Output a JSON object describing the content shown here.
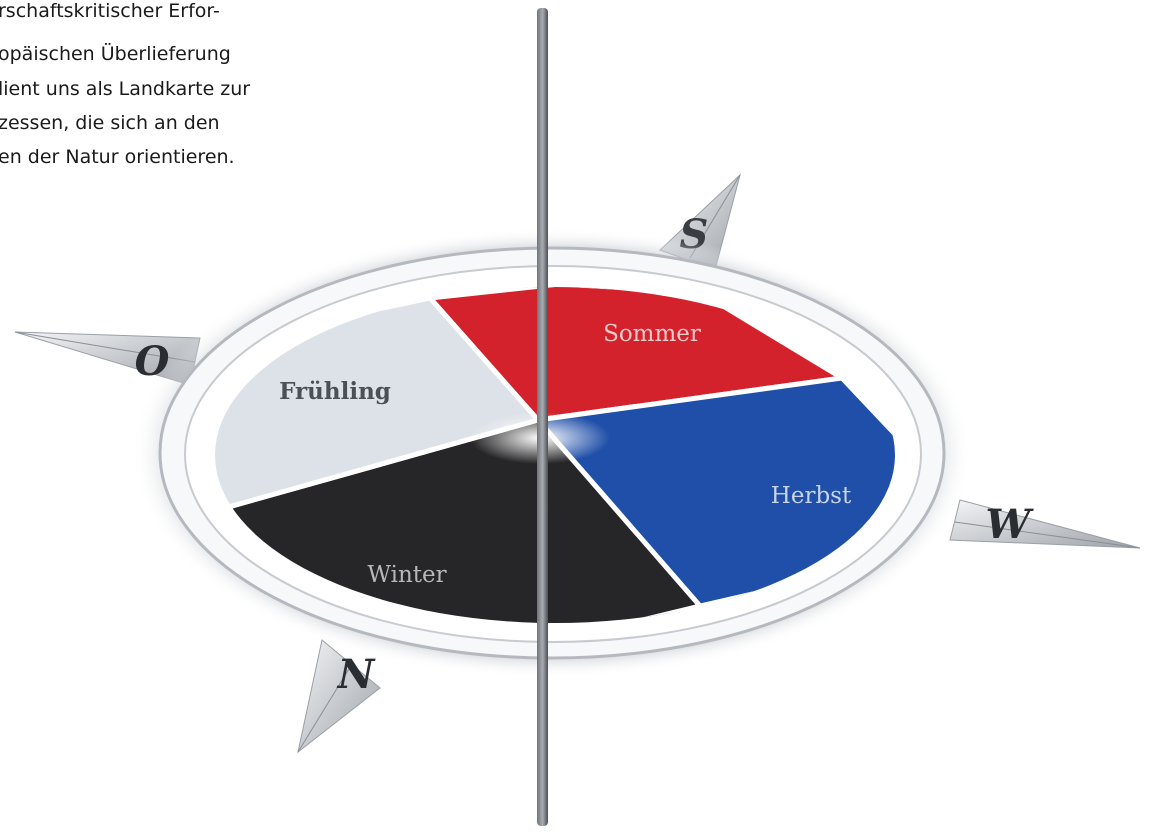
{
  "intro": {
    "lines": [
      "rschaftskritischer Erfor-",
      "opäischen Überlieferung",
      "lient uns als Landkarte zur",
      "zessen, die sich an den",
      "en der Natur orientieren."
    ]
  },
  "compass": {
    "directions": {
      "south": "S",
      "west": "W",
      "north": "N",
      "east": "O"
    },
    "seasons": [
      {
        "key": "sommer",
        "label": "Sommer",
        "color": "#d3222c"
      },
      {
        "key": "herbst",
        "label": "Herbst",
        "color": "#1f4fa8"
      },
      {
        "key": "winter",
        "label": "Winter",
        "color": "#262628"
      },
      {
        "key": "fruehling",
        "label": "Frühling",
        "color": "#dde2e8"
      }
    ]
  }
}
